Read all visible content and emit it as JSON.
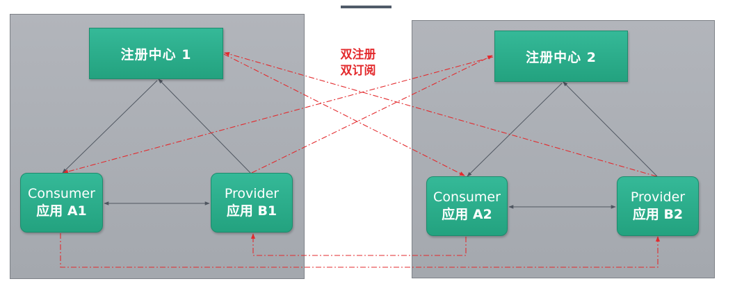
{
  "registry_1": "注册中心 1",
  "registry_2": "注册中心 2",
  "consumer_a1": {
    "line1": "Consumer",
    "line2": "应用 A1"
  },
  "provider_b1": {
    "line1": "Provider",
    "line2": "应用 B1"
  },
  "consumer_a2": {
    "line1": "Consumer",
    "line2": "应用 A2"
  },
  "provider_b2": {
    "line1": "Provider",
    "line2": "应用 B2"
  },
  "center_label": {
    "line1": "双注册",
    "line2": "双订阅"
  },
  "colors": {
    "node_fill": "#2aae8a",
    "panel_fill": "#aaadb3",
    "dashed_link": "#e3292c",
    "solid_link": "#4f5660"
  }
}
